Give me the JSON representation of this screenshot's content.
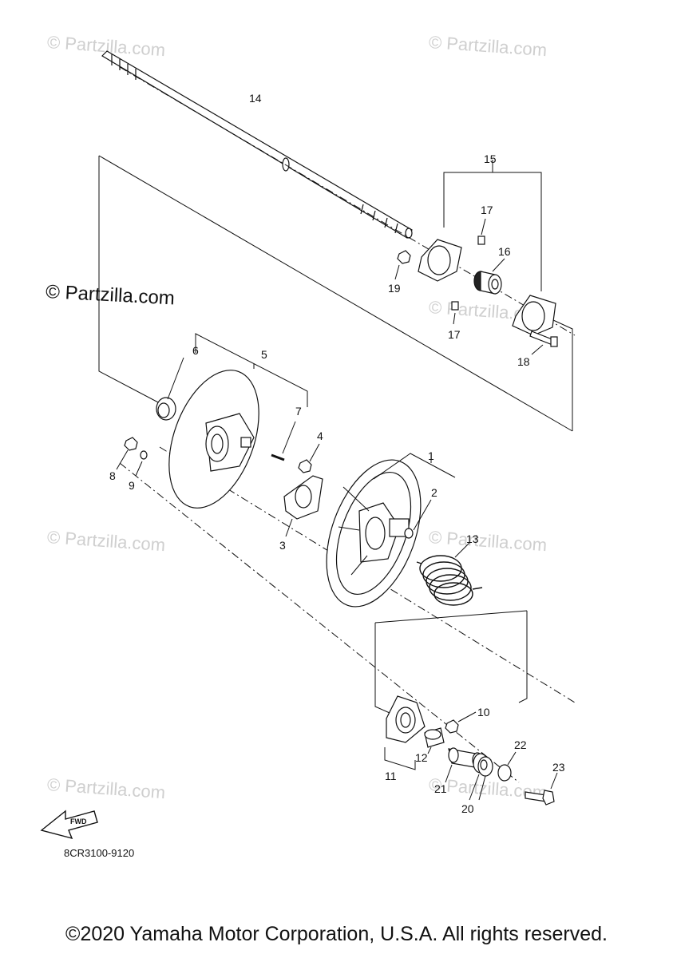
{
  "watermark": "© Partzilla.com",
  "callouts": [
    "1",
    "2",
    "3",
    "4",
    "5",
    "6",
    "7",
    "8",
    "9",
    "10",
    "11",
    "12",
    "13",
    "14",
    "15",
    "16",
    "17",
    "18",
    "19",
    "20",
    "21",
    "22",
    "23"
  ],
  "fwd_label": "FWD",
  "diagram_code": "8CR3100-9120",
  "copyright": "©2020 Yamaha Motor Corporation, U.S.A. All rights reserved."
}
